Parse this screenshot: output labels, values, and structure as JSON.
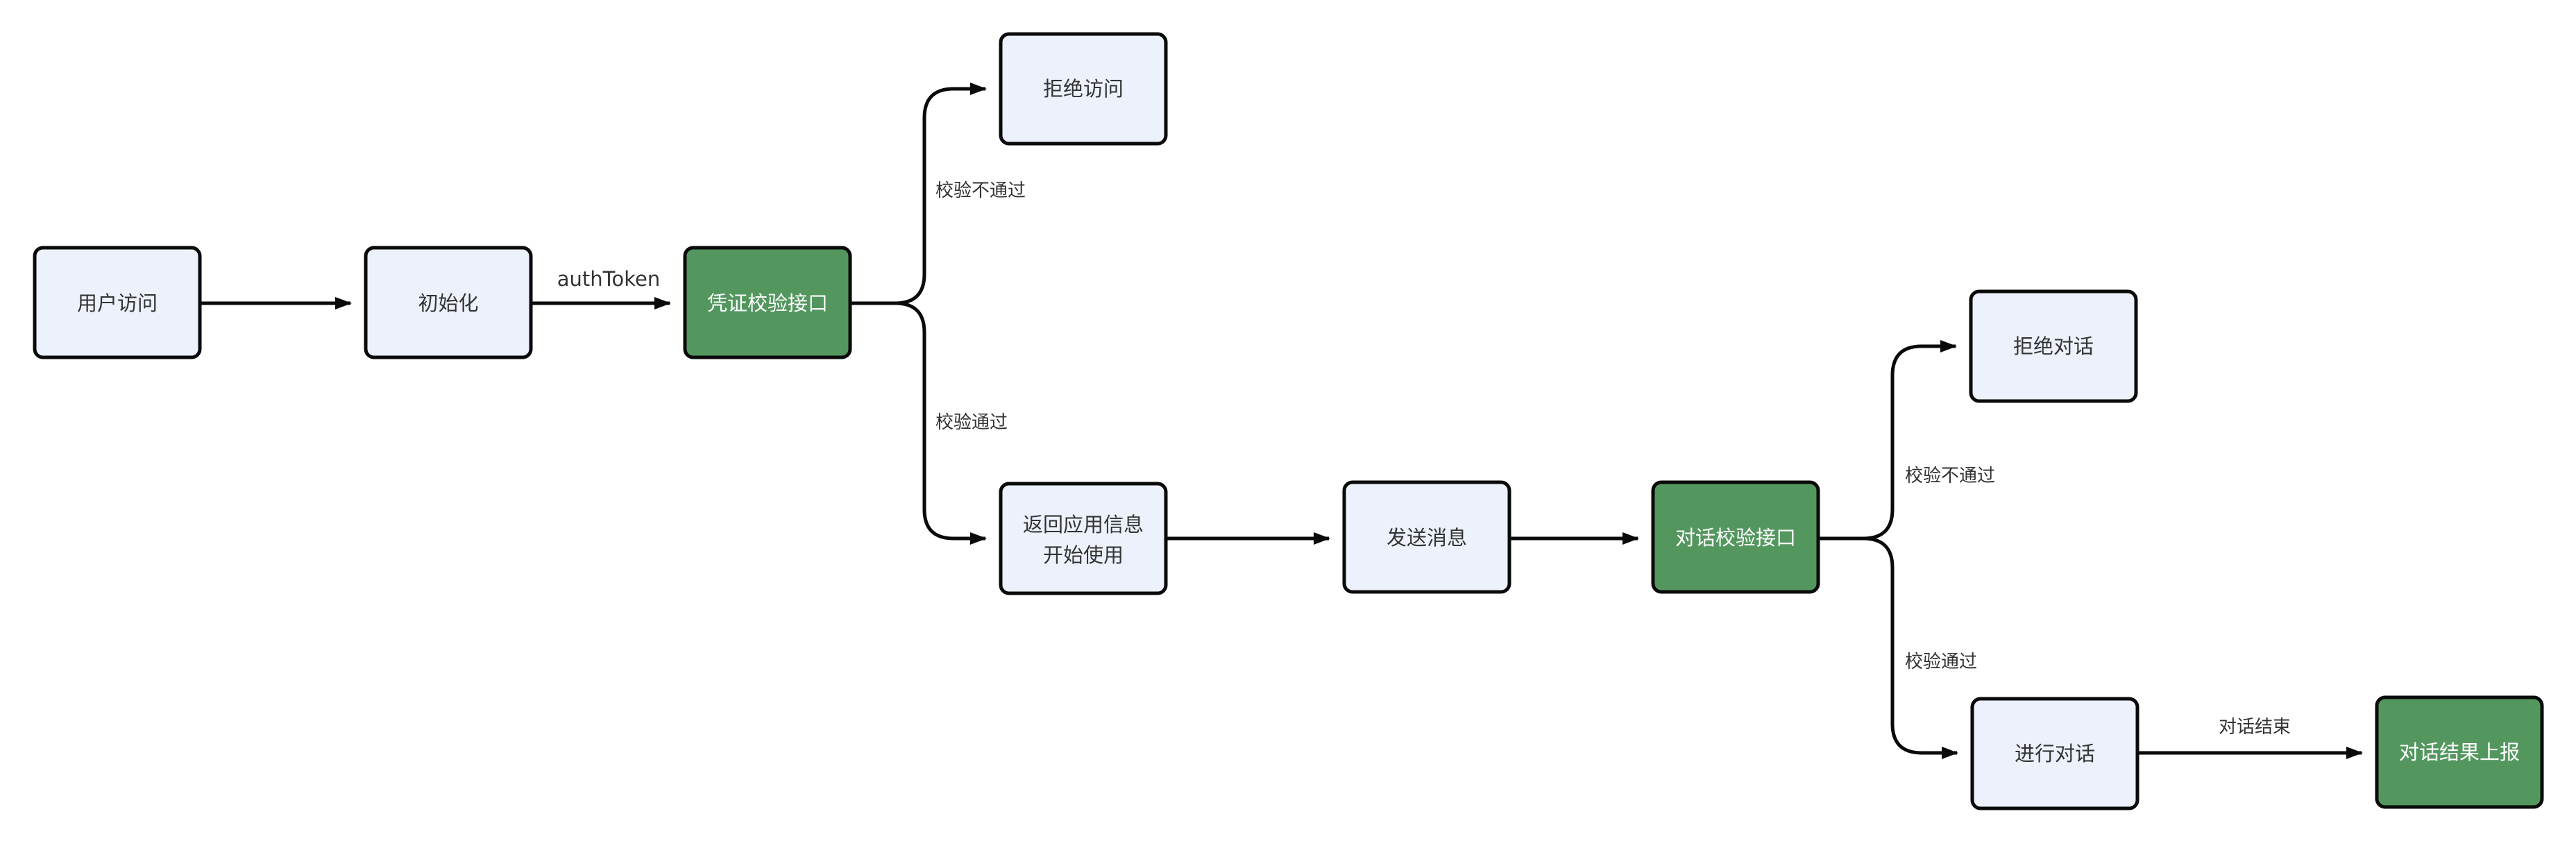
{
  "diagram": {
    "title": "auth-and-dialog-verification-flowchart",
    "colors": {
      "background": "#ffffff",
      "node_fill_light": "#ecf1fb",
      "node_fill_green": "#53975f",
      "node_border": "#0a0a0a",
      "node_text_dark": "#333333",
      "node_text_light": "#ffffff",
      "edge_color": "#0a0a0a"
    },
    "nodes": {
      "user_access": {
        "label": "用户访问"
      },
      "init": {
        "label": "初始化"
      },
      "cred_check": {
        "label": "凭证校验接口"
      },
      "deny_access": {
        "label": "拒绝访问"
      },
      "return_info": {
        "line1": "返回应用信息",
        "line2": "开始使用"
      },
      "send_msg": {
        "label": "发送消息"
      },
      "dialog_check": {
        "label": "对话校验接口"
      },
      "deny_dialog": {
        "label": "拒绝对话"
      },
      "do_dialog": {
        "label": "进行对话"
      },
      "report_result": {
        "label": "对话结果上报"
      }
    },
    "edge_labels": {
      "auth_token": "authToken",
      "cred_fail": "校验不通过",
      "cred_pass": "校验通过",
      "dialog_fail": "校验不通过",
      "dialog_pass": "校验通过",
      "dialog_end": "对话结束"
    }
  }
}
